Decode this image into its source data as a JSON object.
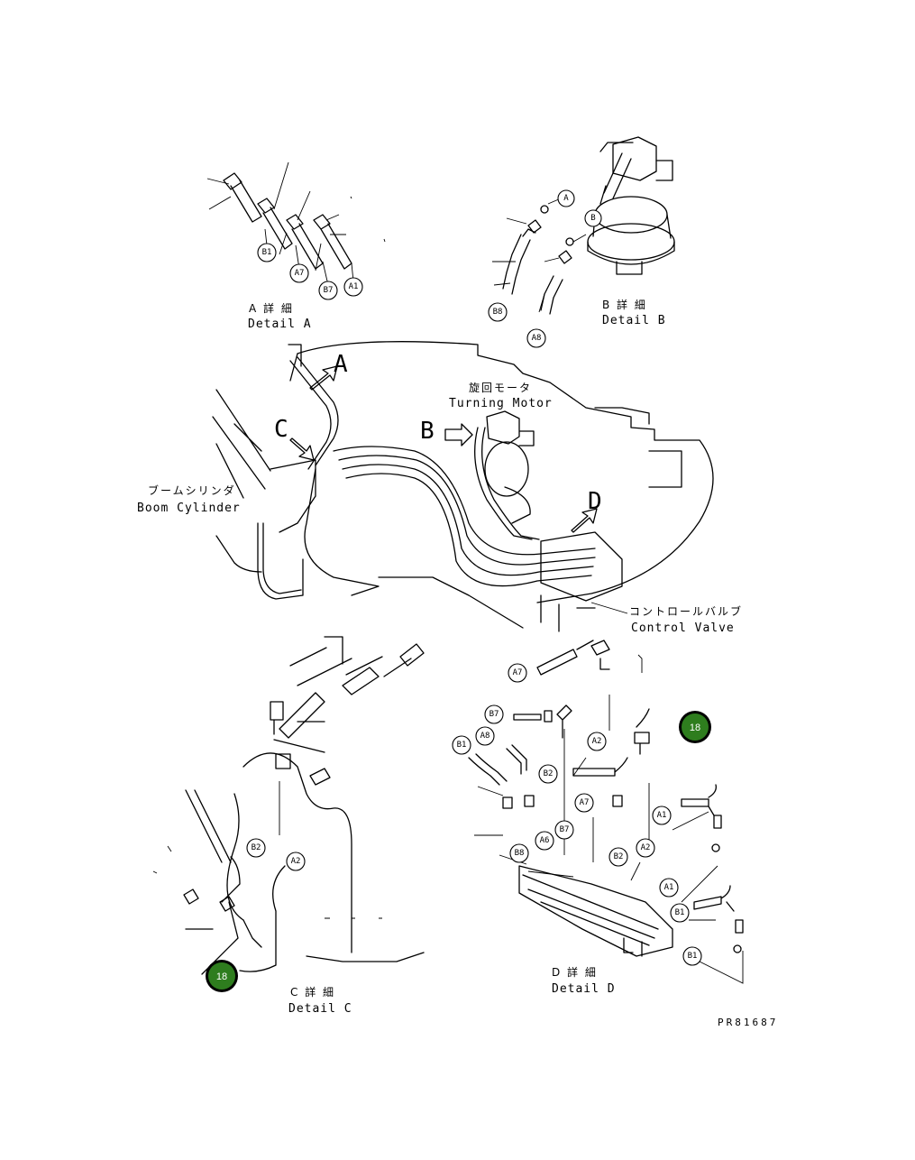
{
  "labels": {
    "detail_a_jp": "A 詳 細",
    "detail_a_en": "Detail A",
    "detail_b_jp": "B 詳 細",
    "detail_b_en": "Detail B",
    "detail_c_jp": "C 詳 細",
    "detail_c_en": "Detail C",
    "detail_d_jp": "D 詳 細",
    "detail_d_en": "Detail D",
    "turning_motor_jp": "旋回モータ",
    "turning_motor_en": "Turning Motor",
    "boom_cylinder_jp": "ブームシリンダ",
    "boom_cylinder_en": "Boom Cylinder",
    "control_valve_jp": "コントロールバルブ",
    "control_valve_en": "Control Valve",
    "view_a": "A",
    "view_b": "B",
    "view_c": "C",
    "view_d": "D",
    "drawing_number": "PR81687"
  },
  "callouts": {
    "detail_a": [
      "B1",
      "A7",
      "B7",
      "A1"
    ],
    "detail_b": [
      "A",
      "B",
      "B8",
      "A8"
    ],
    "detail_c": [
      "B2",
      "A2"
    ],
    "detail_d": [
      "A7",
      "B7",
      "A8",
      "B1",
      "A2",
      "B2",
      "A7",
      "B7",
      "A6",
      "B8",
      "B2",
      "A2",
      "A1",
      "A1",
      "B1",
      "B1"
    ]
  },
  "reference_markers": [
    {
      "number": "18",
      "color": "#2e7d1e"
    },
    {
      "number": "18",
      "color": "#2e7d1e"
    }
  ]
}
